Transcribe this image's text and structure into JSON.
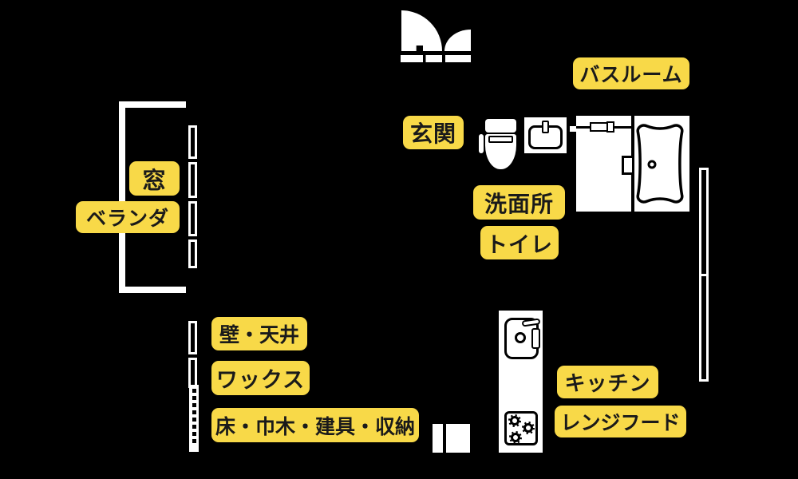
{
  "canvas": {
    "background_color": "#000000",
    "line_color": "#ffffff",
    "label_background_color": "#f8d948",
    "label_text_color": "#1a1a1a"
  },
  "labels": {
    "bathroom": "バスルーム",
    "entrance": "玄関",
    "window": "窓",
    "veranda": "ベランダ",
    "washroom": "洗面所",
    "toilet": "トイレ",
    "wall_ceiling": "壁・天井",
    "wax": "ワックス",
    "floor_baseboard_fittings_storage": "床・巾木・建具・収納",
    "kitchen": "キッチン",
    "range_hood": "レンジフード"
  },
  "icons": [
    "entrance-double-door-icon",
    "balcony-railing-icon",
    "window-icon",
    "toilet-icon",
    "washbasin-icon",
    "bathroom-sliding-door-icon",
    "bathtub-icon",
    "kitchen-sink-icon",
    "stove-burner-icon",
    "dashed-partition-icon",
    "pillar-icon"
  ]
}
